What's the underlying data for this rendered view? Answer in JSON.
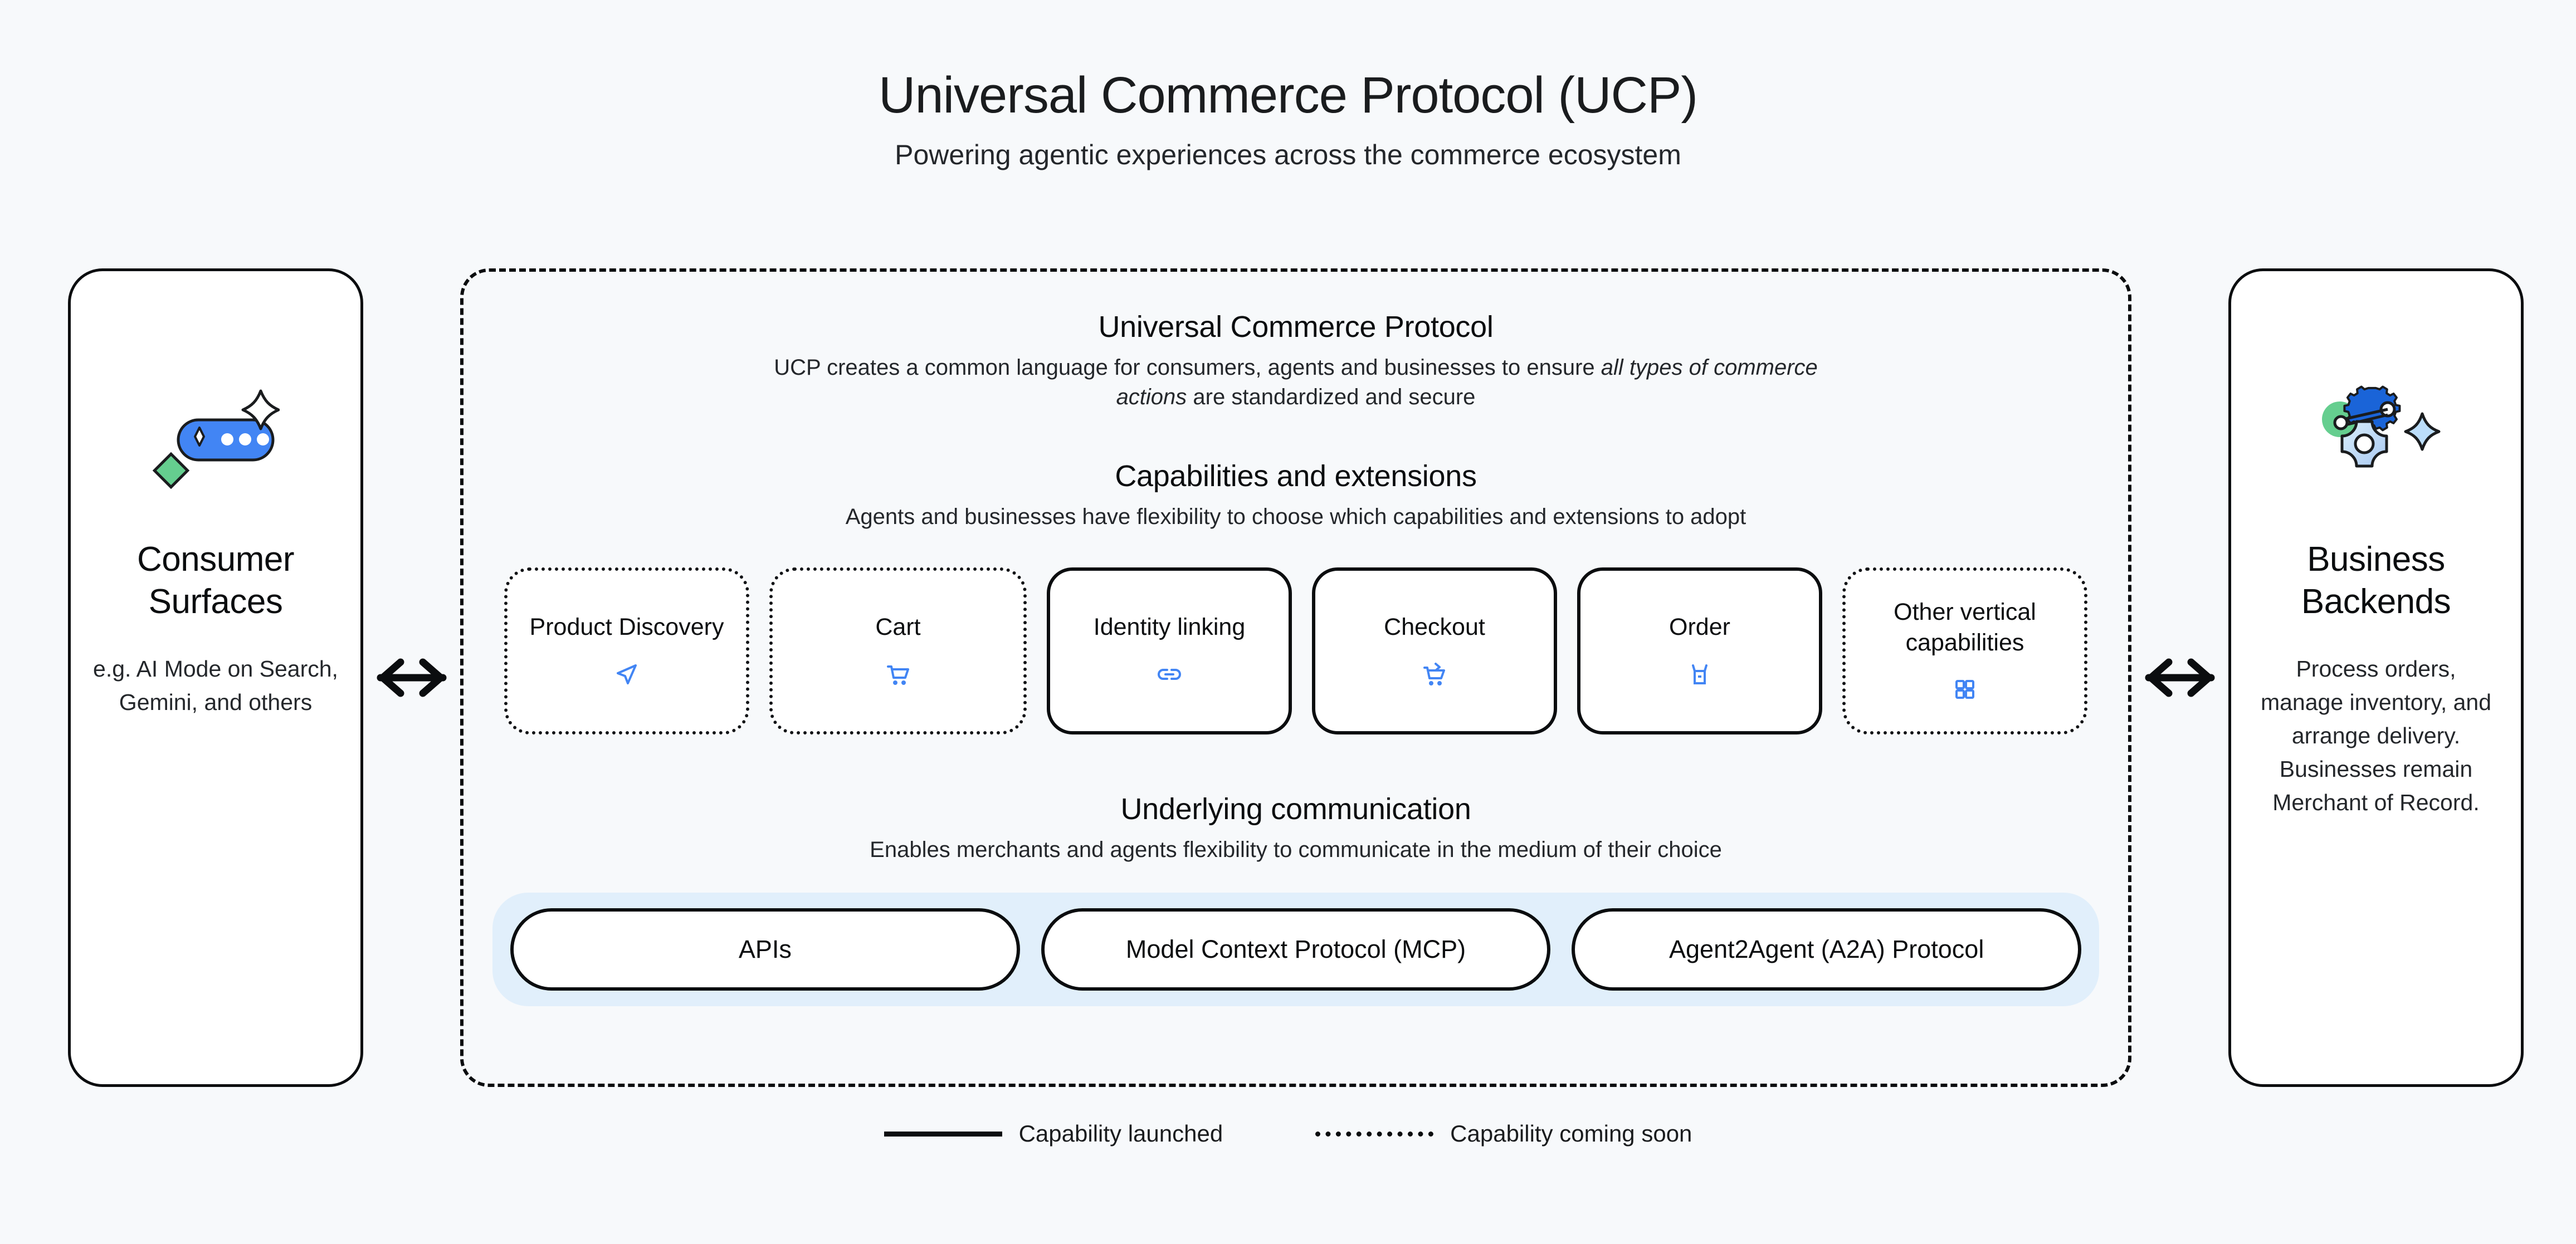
{
  "header": {
    "title": "Universal Commerce Protocol (UCP)",
    "subtitle": "Powering agentic experiences across the commerce ecosystem"
  },
  "colors": {
    "background": "#F7F9FB",
    "ink": "#0B0D0F",
    "accent_blue": "#4285F4",
    "gear_blue": "#1A64D8",
    "green": "#65CE8F",
    "strip_blue": "#E1EFFB",
    "pill_white": "#FFFFFF"
  },
  "left_card": {
    "icon": "ai-chat-sparkle-icon",
    "title": "Consumer Surfaces",
    "description": "e.g. AI Mode on Search, Gemini, and others"
  },
  "right_card": {
    "icon": "gears-settings-icon",
    "title": "Business Backends",
    "description": "Process orders, manage inventory, and arrange delivery. Businesses remain Merchant of Record."
  },
  "arrows": {
    "left": "double-arrow-icon",
    "right": "double-arrow-icon"
  },
  "ucp": {
    "title": "Universal Commerce Protocol",
    "description_pre": "UCP creates a common language for consumers, agents and businesses to ensure ",
    "description_em": "all types of commerce actions",
    "description_post": " are standardized and secure",
    "capabilities": {
      "title": "Capabilities and extensions",
      "subtitle": "Agents and businesses have flexibility to choose which capabilities and extensions to adopt",
      "items": [
        {
          "label": "Product Discovery",
          "icon": "navigation-arrow-icon",
          "status": "soon"
        },
        {
          "label": "Cart",
          "icon": "shopping-cart-icon",
          "status": "soon"
        },
        {
          "label": "Identity linking",
          "icon": "link-chain-icon",
          "status": "launched"
        },
        {
          "label": "Checkout",
          "icon": "cart-checkout-arrow-icon",
          "status": "launched"
        },
        {
          "label": "Order",
          "icon": "shopping-bag-icon",
          "status": "launched"
        },
        {
          "label": "Other vertical capabilities",
          "icon": "grid-four-squares-icon",
          "status": "soon"
        }
      ]
    },
    "communication": {
      "title": "Underlying communication",
      "subtitle": "Enables merchants and agents flexibility to communicate in the medium of their choice",
      "protocols": [
        {
          "label": "APIs"
        },
        {
          "label": "Model Context Protocol (MCP)"
        },
        {
          "label": "Agent2Agent (A2A) Protocol"
        }
      ]
    }
  },
  "legend": [
    {
      "style": "solid",
      "label": "Capability launched"
    },
    {
      "style": "dotted",
      "label": "Capability coming soon"
    }
  ]
}
